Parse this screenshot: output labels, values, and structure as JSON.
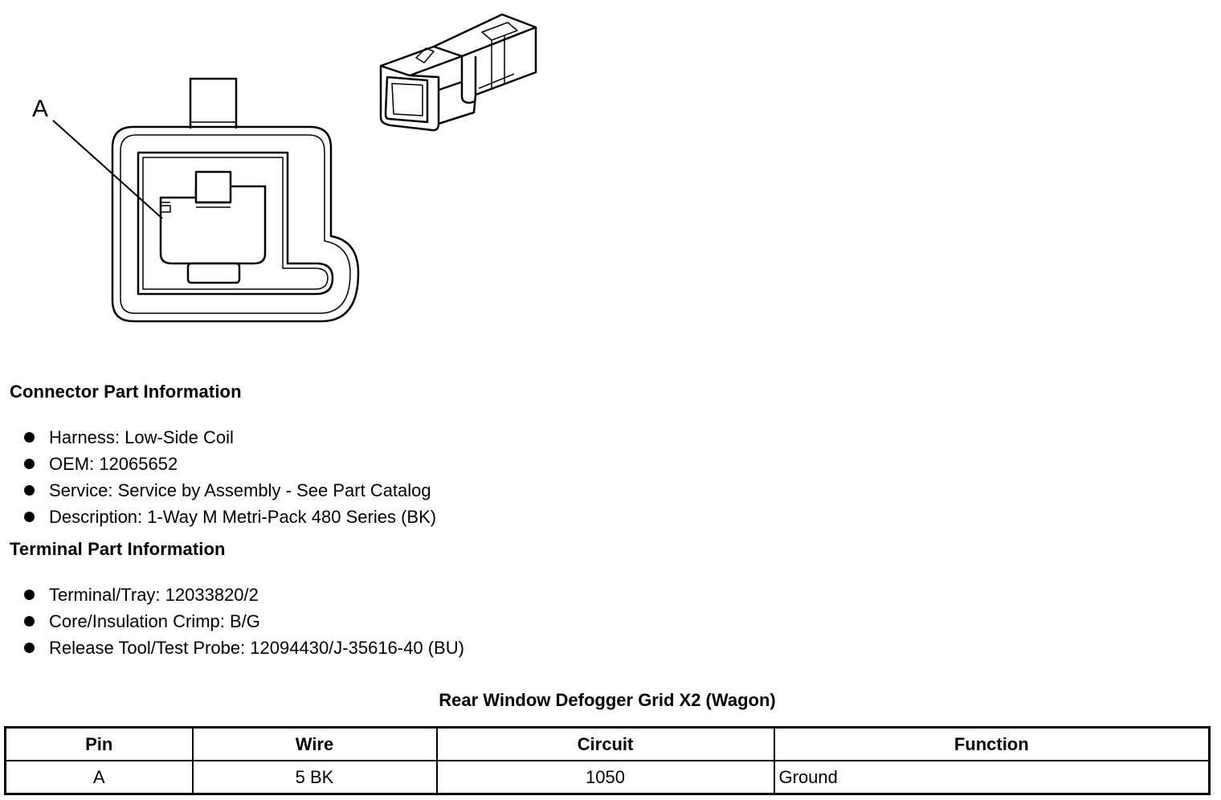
{
  "diagram": {
    "callout_label": "A"
  },
  "connector_info": {
    "heading": "Connector Part Information",
    "items": [
      "Harness: Low-Side Coil",
      "OEM: 12065652",
      "Service: Service by Assembly - See Part Catalog",
      "Description: 1-Way M Metri-Pack 480 Series (BK)"
    ]
  },
  "terminal_info": {
    "heading": "Terminal Part Information",
    "items": [
      "Terminal/Tray: 12033820/2",
      "Core/Insulation Crimp: B/G",
      "Release Tool/Test Probe: 12094430/J-35616-40 (BU)"
    ]
  },
  "table": {
    "title": "Rear Window Defogger Grid X2 (Wagon)",
    "headers": [
      "Pin",
      "Wire",
      "Circuit",
      "Function"
    ],
    "rows": [
      [
        "A",
        "5 BK",
        "1050",
        "Ground"
      ]
    ]
  }
}
